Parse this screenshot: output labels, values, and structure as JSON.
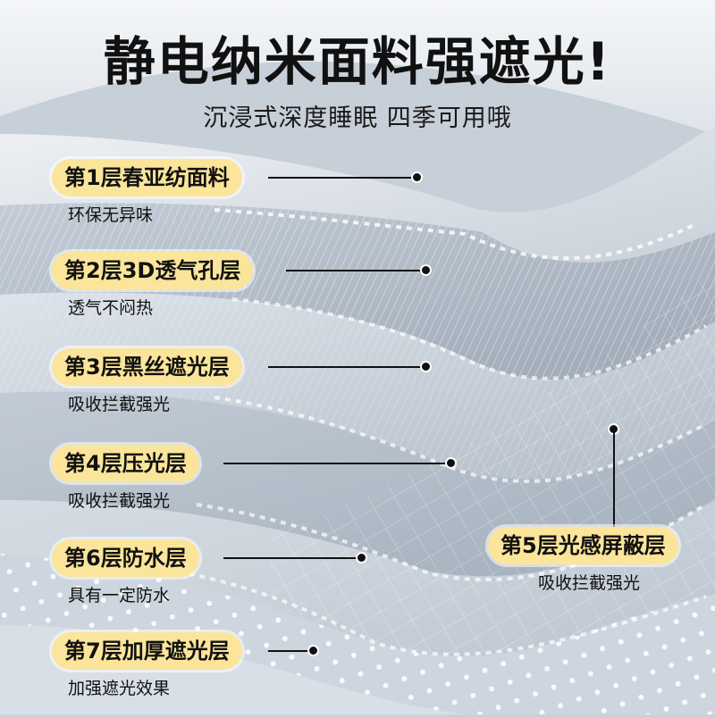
{
  "headline": "静电纳米面料强遮光!",
  "tagline": "沉浸式深度睡眠 四季可用哦",
  "layers": [
    {
      "label": "第1层春亚纺面料",
      "note": "环保无异味"
    },
    {
      "label": "第2层3D透气孔层",
      "note": "透气不闷热"
    },
    {
      "label": "第3层黑丝遮光层",
      "note": "吸收拦截强光"
    },
    {
      "label": "第4层压光层",
      "note": "吸收拦截强光"
    },
    {
      "label": "第5层光感屏蔽层",
      "note": "吸收拦截强光"
    },
    {
      "label": "第6层防水层",
      "note": "具有一定防水"
    },
    {
      "label": "第7层加厚遮光层",
      "note": "加强遮光效果"
    }
  ],
  "colors": {
    "badge": "#fbe59a",
    "fabric_light": "#e3e8ee",
    "fabric_mid": "#c3ccd6",
    "fabric_dark": "#9aa5b1"
  }
}
